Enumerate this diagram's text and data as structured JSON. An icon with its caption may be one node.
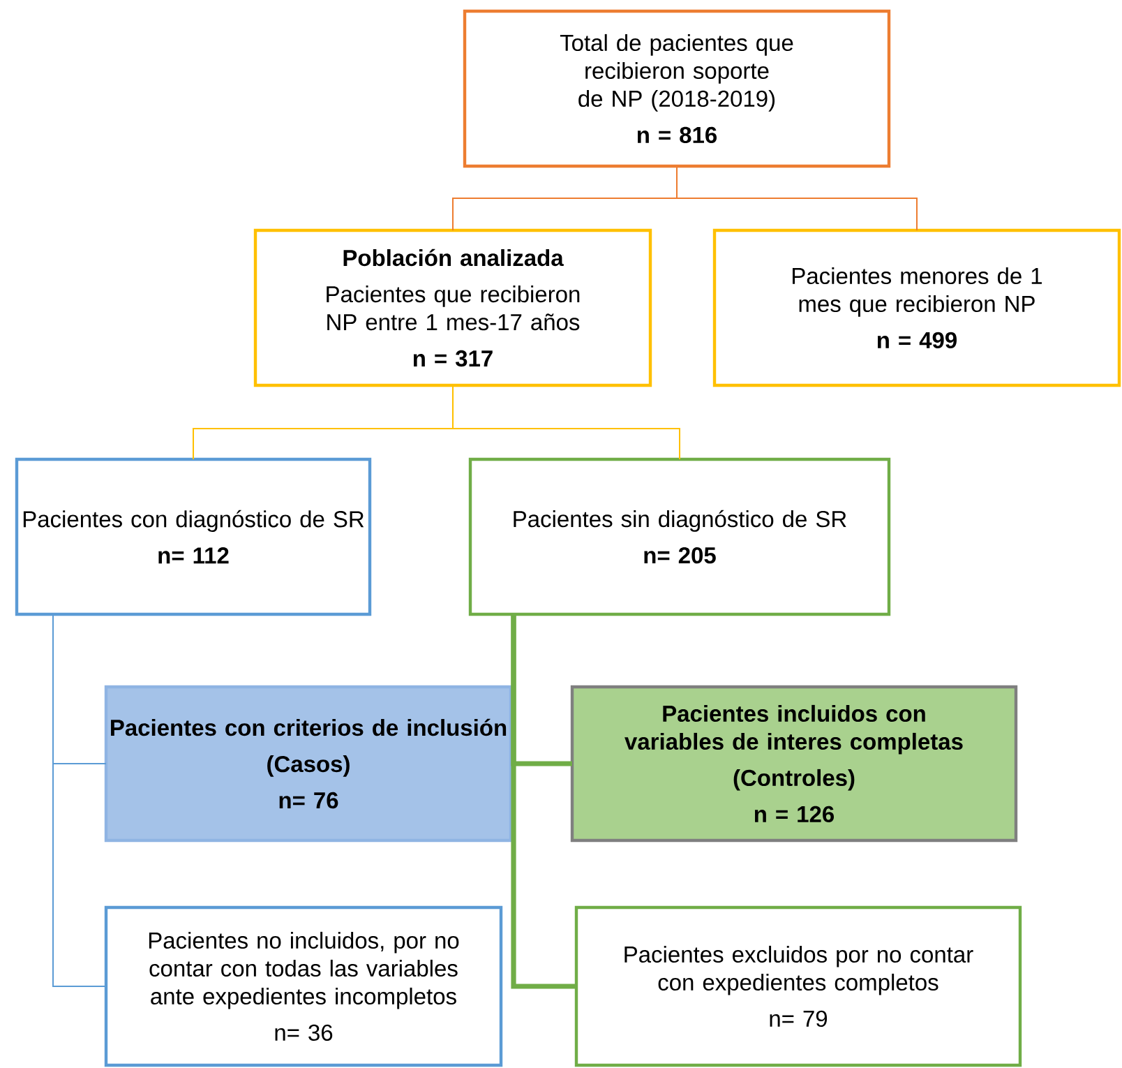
{
  "diagram": {
    "nodes": [
      {
        "text": [
          "Total de pacientes que recibieron soporte de NP (2018-2019)",
          "n = 816"
        ]
      },
      {
        "text": [
          "Población analizada",
          "Pacientes que recibieron NP entre 1 mes-17 años",
          "n = 317"
        ]
      },
      {
        "text": [
          "Pacientes menores de 1 mes que recibieron NP",
          "n = 499"
        ]
      },
      {
        "text": [
          "Pacientes con diagnóstico de SR",
          "n= 112"
        ]
      },
      {
        "text": [
          "Pacientes sin diagnóstico de SR",
          "n= 205"
        ]
      },
      {
        "text": [
          "Pacientes con criterios de inclusión",
          "(Casos)",
          "n= 76"
        ]
      },
      {
        "text": [
          "Pacientes incluidos con variables de interes completas",
          "(Controles)",
          "n = 126"
        ]
      },
      {
        "text": [
          "Pacientes no incluidos, por no contar con todas las variables ante expedientes incompletos",
          "n= 36"
        ]
      },
      {
        "text": [
          "Pacientes excluidos por no contar con expedientes completos",
          "n= 79"
        ]
      }
    ],
    "edges": [
      {
        "from": 0,
        "to": 1,
        "arrow": "none",
        "color": "#ed7d31"
      },
      {
        "from": 0,
        "to": 2,
        "arrow": "none",
        "color": "#ed7d31"
      },
      {
        "from": 1,
        "to": 3,
        "arrow": "none",
        "color": "#ffc000"
      },
      {
        "from": 1,
        "to": 4,
        "arrow": "none",
        "color": "#ffc000"
      },
      {
        "from": 3,
        "to": 5,
        "arrow": "none",
        "color": "#5b9bd5"
      },
      {
        "from": 3,
        "to": 7,
        "arrow": "none",
        "color": "#5b9bd5"
      },
      {
        "from": 4,
        "to": 6,
        "arrow": "none",
        "style": "thick",
        "color": "#70ad47"
      },
      {
        "from": 4,
        "to": 8,
        "arrow": "none",
        "style": "thick",
        "color": "#70ad47"
      }
    ]
  }
}
